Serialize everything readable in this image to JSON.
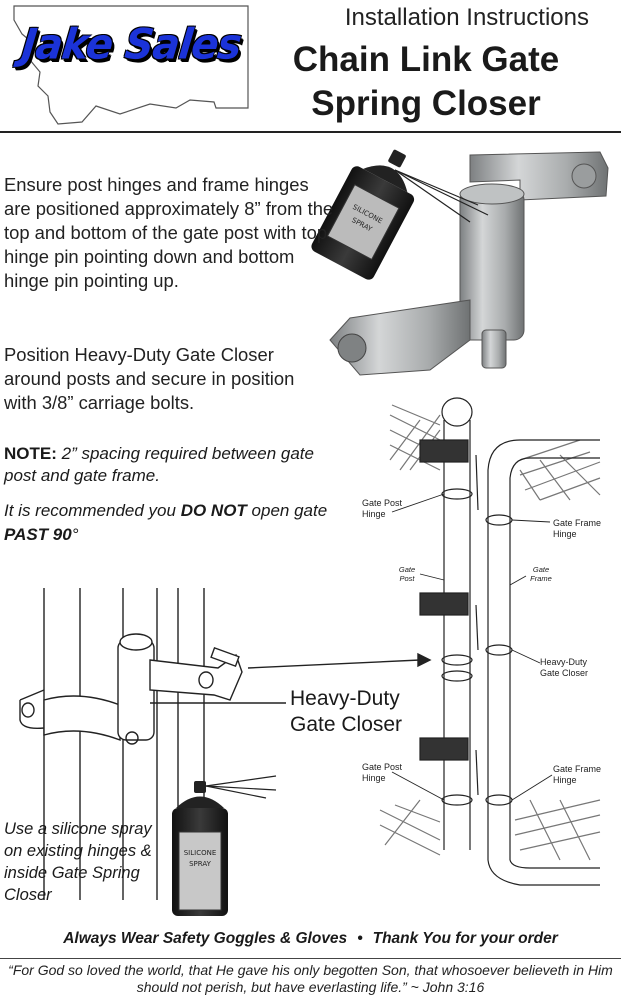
{
  "header": {
    "brand": "Jake Sales",
    "subtitle": "Installation Instructions",
    "title_line1": "Chain Link Gate",
    "title_line2": "Spring Closer"
  },
  "instructions": {
    "step1": "Ensure post hinges and frame hinges are positioned approximately 8” from the top and bottom of the gate post with top hinge pin pointing down and bottom hinge pin pointing up.",
    "step2": "Position Heavy-Duty Gate Closer around posts and secure in position with 3/8” carriage bolts.",
    "note_label": "NOTE:",
    "note_text": "2” spacing required between gate post and gate frame.",
    "warning_pre": "It is recommended you ",
    "warning_bold": "DO NOT",
    "warning_mid": " open gate ",
    "warning_bold2": "PAST 90",
    "warning_post": "°",
    "spray_text": "Use a silicone spray on existing hinges & inside Gate Spring Closer"
  },
  "diagram_labels": {
    "silicone_spray": "SILICONE SPRAY",
    "gate_post_hinge": "Gate Post Hinge",
    "gate_frame_hinge": "Gate Frame Hinge",
    "gate_post": "Gate Post",
    "gate_frame": "Gate Frame",
    "heavy_duty_gate_closer": "Heavy-Duty Gate Closer",
    "closer_callout": "Heavy-Duty Gate Closer",
    "gate_post_hinge_2": "Gate Post Hinge",
    "gate_frame_hinge_2": "Gate Frame Hinge"
  },
  "footer": {
    "safety": "Always Wear Safety Goggles & Gloves",
    "separator": "•",
    "thanks": "Thank You for your order",
    "quote": "“For God so loved the world, that He gave his only begotten Son, that whosoever believeth in Him should not perish, but have everlasting life.” ~ John 3:16"
  },
  "colors": {
    "brand_blue": "#1b33d8",
    "metal": "#a9acad",
    "ink": "#1a1a1a"
  }
}
